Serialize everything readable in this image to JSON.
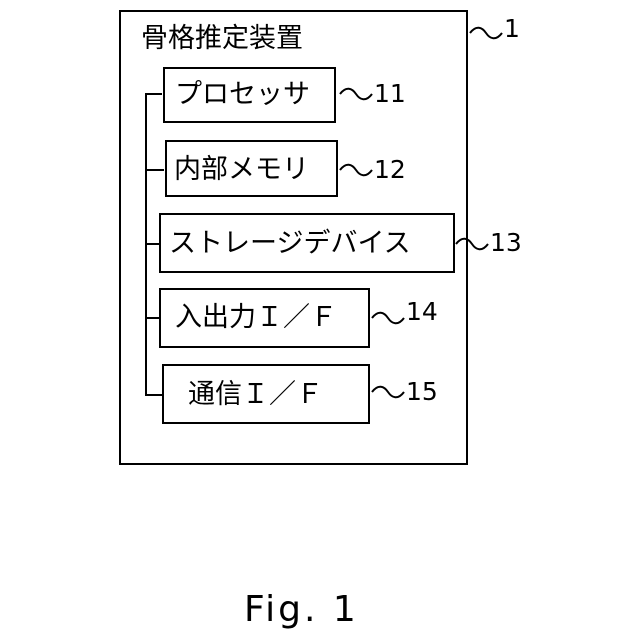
{
  "device": {
    "title": "骨格推定装置",
    "ref": "1"
  },
  "components": [
    {
      "label": "プロセッサ",
      "ref": "11"
    },
    {
      "label": "内部メモリ",
      "ref": "12"
    },
    {
      "label": "ストレージデバイス",
      "ref": "13"
    },
    {
      "label": "入出力Ｉ／Ｆ",
      "ref": "14"
    },
    {
      "label": "通信Ｉ／Ｆ",
      "ref": "15"
    }
  ],
  "figure": {
    "caption": "Fig. 1"
  }
}
